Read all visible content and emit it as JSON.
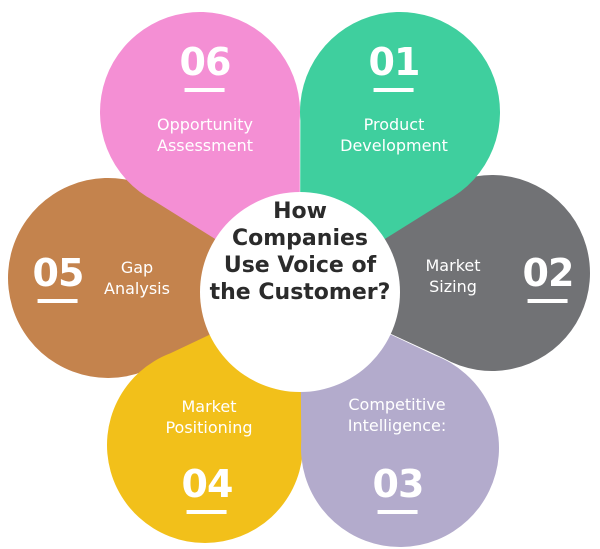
{
  "title": "How Companies Use Voice of the Customer?",
  "title_lines": [
    "How",
    "Companies",
    "Use Voice of",
    "the Customer?"
  ],
  "petals": [
    {
      "number": "01",
      "label_lines": [
        "Product",
        "Development"
      ],
      "color": "#3fcf9e"
    },
    {
      "number": "02",
      "label_lines": [
        "Market",
        "Sizing"
      ],
      "color": "#717275"
    },
    {
      "number": "03",
      "label_lines": [
        "Competitive",
        "Intelligence:"
      ],
      "color": "#b3abcc"
    },
    {
      "number": "04",
      "label_lines": [
        "Market",
        "Positioning"
      ],
      "color": "#f2c01a"
    },
    {
      "number": "05",
      "label_lines": [
        "Gap",
        "Analysis"
      ],
      "color": "#c4834d"
    },
    {
      "number": "06",
      "label_lines": [
        "Opportunity",
        "Assessment"
      ],
      "color": "#f48fd4"
    }
  ]
}
